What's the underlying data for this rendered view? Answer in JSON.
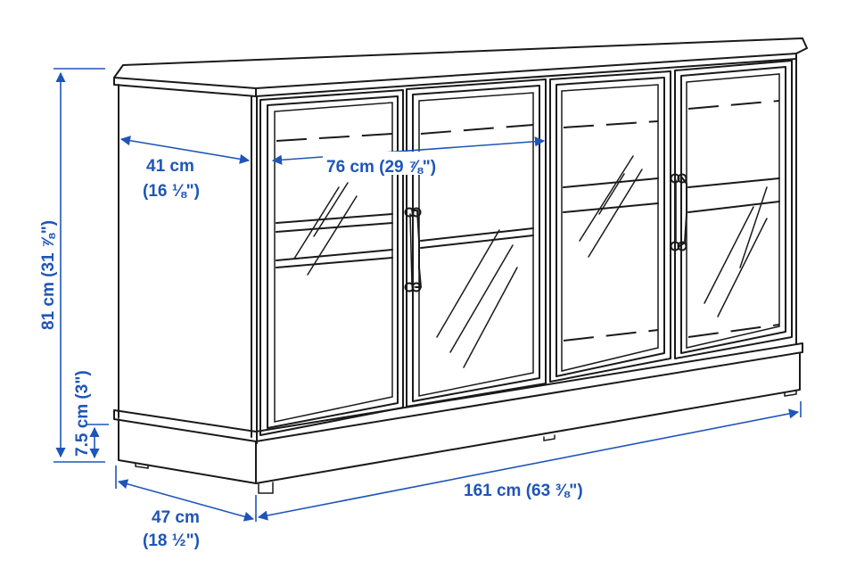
{
  "diagram": {
    "dimensions": {
      "height": "81 cm (31 ⅞\")",
      "plinth": "7.5 cm (3\")",
      "depth_top_cm": "41 cm",
      "depth_top_in": "(16 ⅛\")",
      "door_pair_width": "76 cm (29 ⅞\")",
      "total_width": "161 cm (63 ⅜\")",
      "depth_base_cm": "47 cm",
      "depth_base_in": "(18 ½\")"
    },
    "colors": {
      "dimension": "#1f55b8",
      "outline": "#1a1a1a"
    }
  }
}
